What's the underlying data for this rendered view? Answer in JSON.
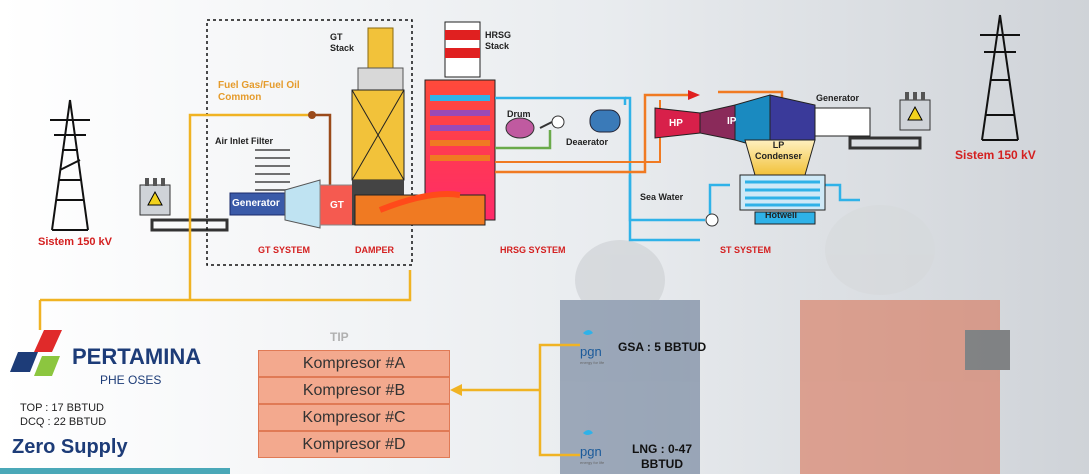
{
  "labels": {
    "gt_stack": "GT\nStack",
    "hrsg_stack": "HRSG\nStack",
    "fuel": "Fuel Gas/Fuel Oil\nCommon",
    "air_inlet": "Air Inlet Filter",
    "generator_gt": "Generator",
    "gt": "GT",
    "drum": "Drum",
    "deaerator": "Deaerator",
    "hp": "HP",
    "ip": "IP",
    "lp_condenser": "LP\nCondenser",
    "generator_st": "Generator",
    "sea_water": "Sea Water",
    "hotwell": "Hotwell",
    "sistem_left": "Sistem 150 kV",
    "sistem_right": "Sistem 150 kV",
    "gt_system": "GT SYSTEM",
    "damper": "DAMPER",
    "hrsg_system": "HRSG SYSTEM",
    "st_system": "ST SYSTEM"
  },
  "pertamina": {
    "name": "PERTAMINA",
    "sub": "PHE OSES",
    "top": "TOP :  17 BBTUD",
    "dcq": "DCQ :  22 BBTUD",
    "zero": "Zero Supply"
  },
  "tip": "TIP",
  "kompresor": [
    "Kompresor #A",
    "Kompresor #B",
    "Kompresor #C",
    "Kompresor  #D"
  ],
  "pgn": {
    "logo": "pgn",
    "tagline": "energy for life",
    "gsa": "GSA : 5 BBTUD",
    "lng": "LNG : 0-47\nBBTUD"
  },
  "colors": {
    "pipe_yellow": "#f0b323",
    "pipe_blue": "#2fb2e8",
    "pipe_orange": "#f07a22",
    "pertamina_blue": "#1d3c78",
    "pertamina_red": "#e02a2a",
    "pertamina_green": "#8cc63f",
    "label_red": "#d42020"
  }
}
